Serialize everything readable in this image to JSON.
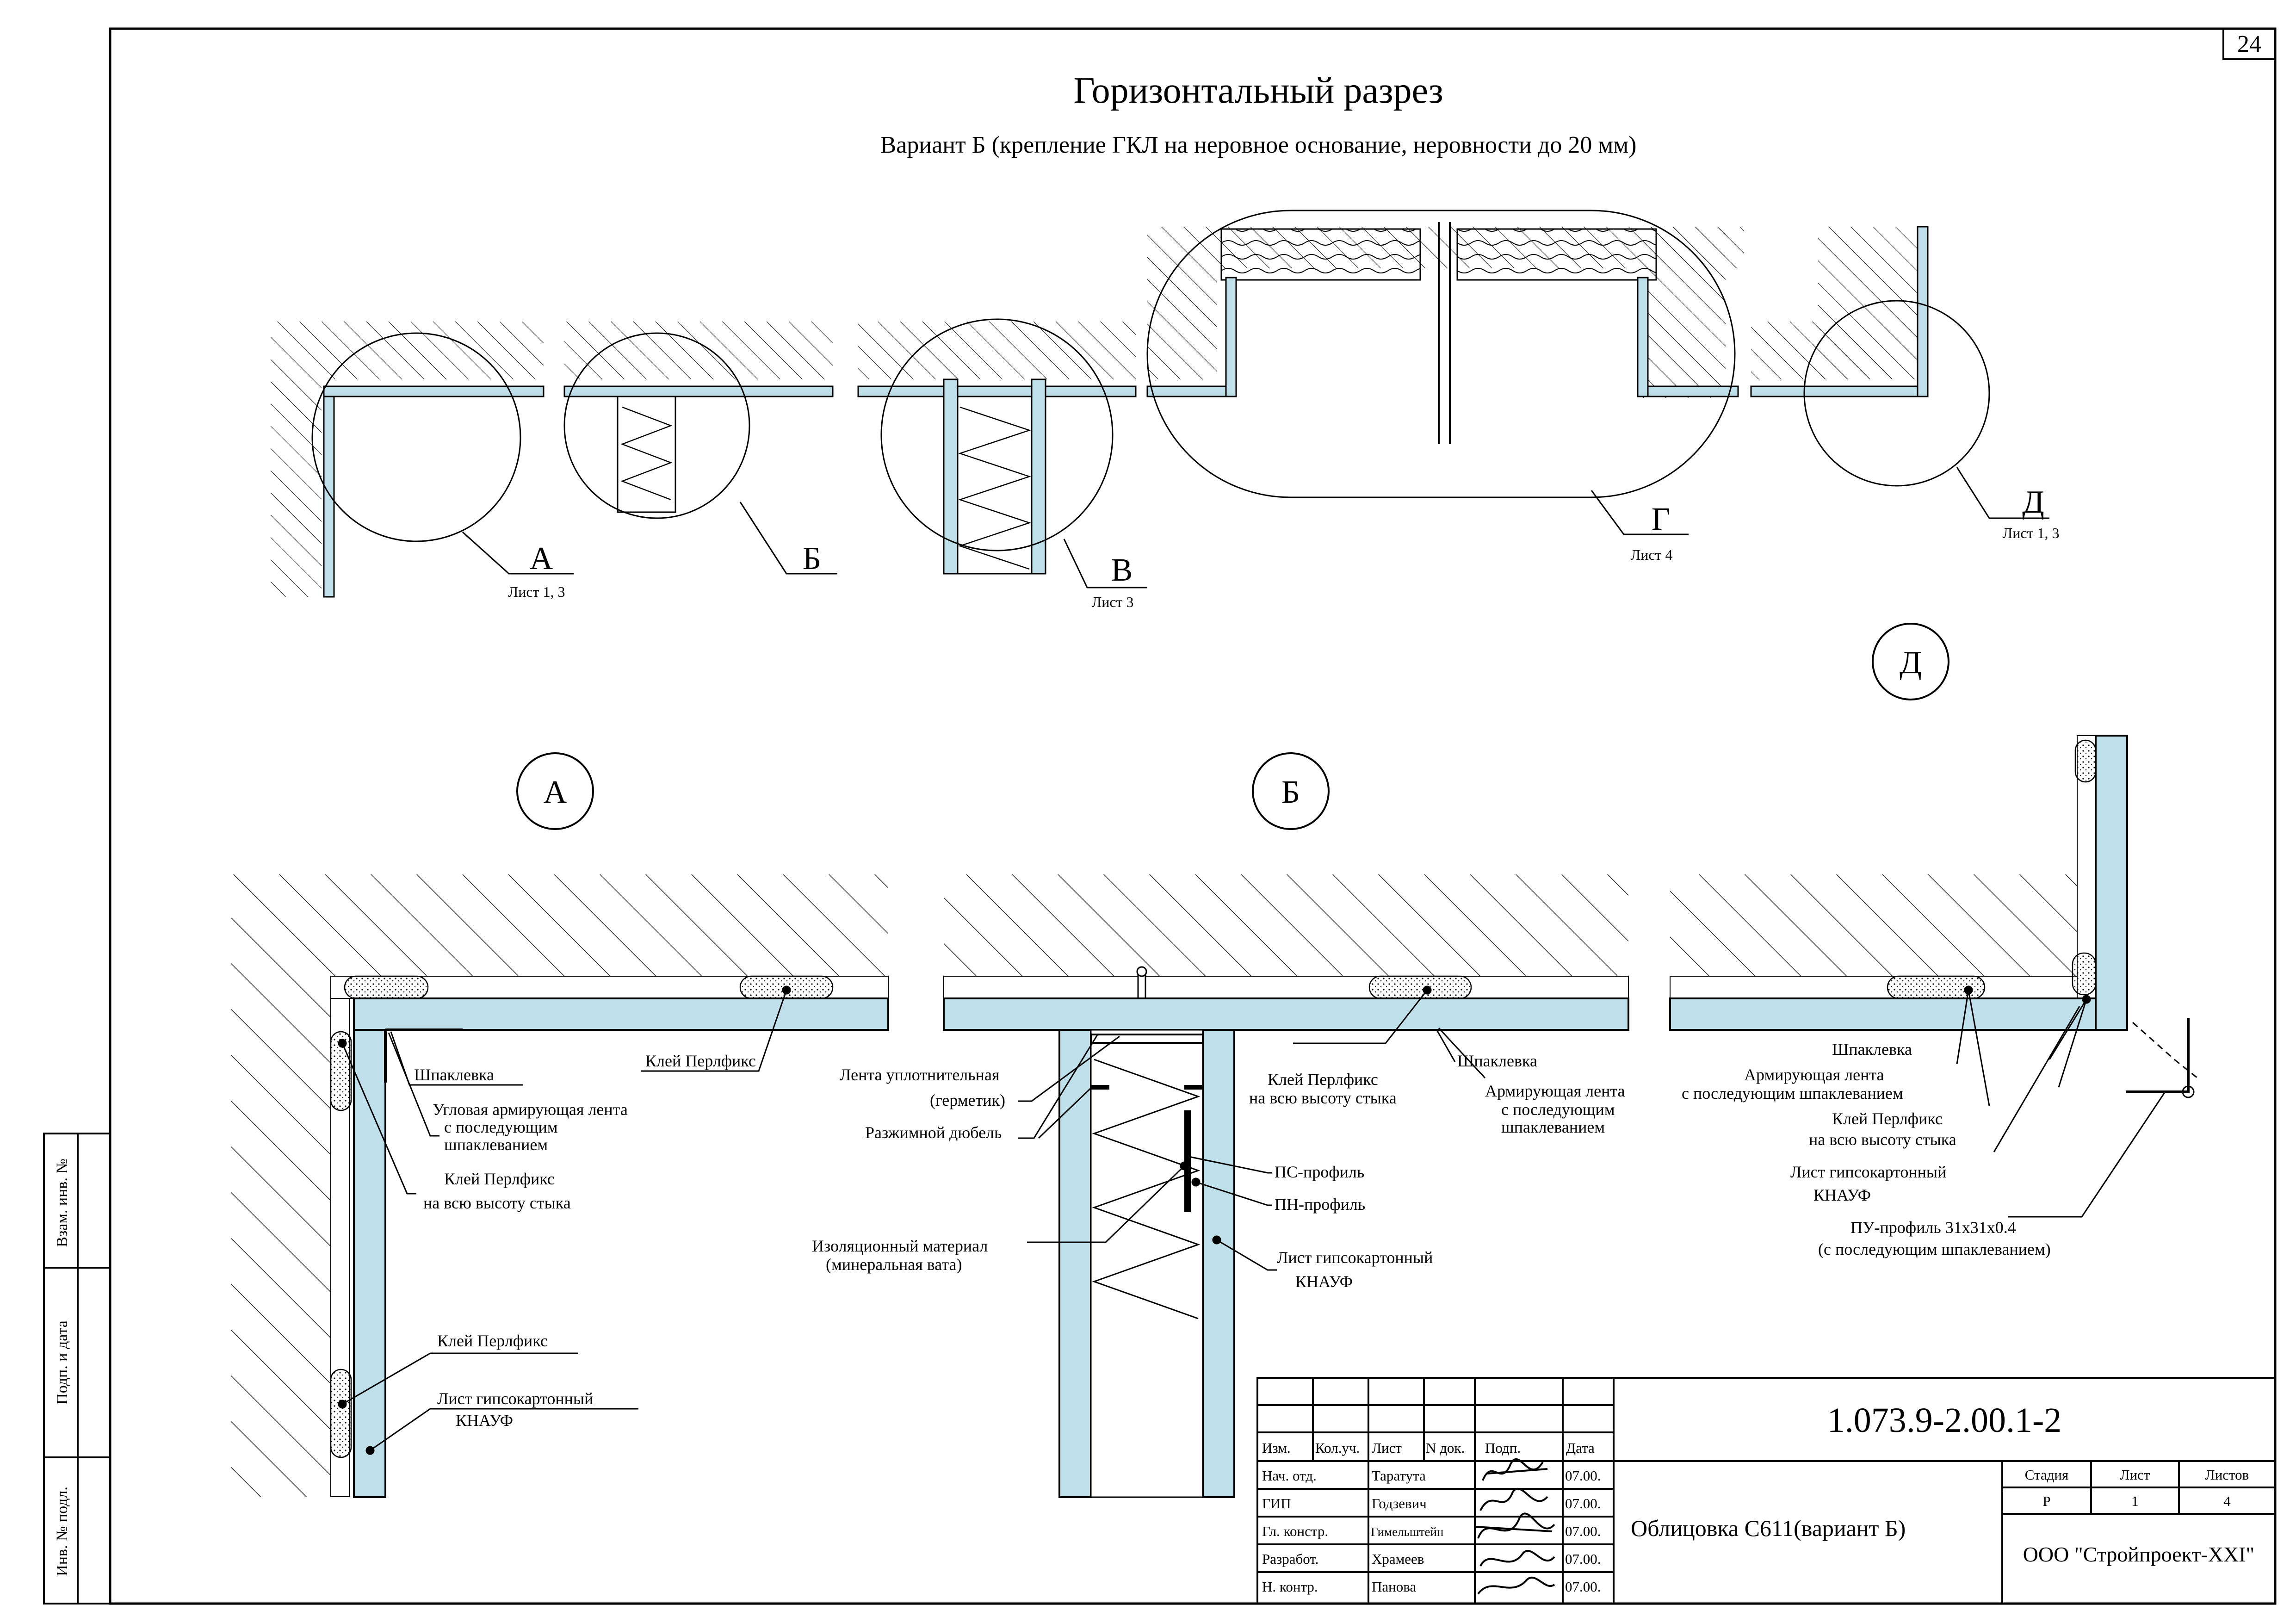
{
  "sheet_number": "24",
  "title": "Горизонтальный разрез",
  "subtitle": "Вариант Б (крепление ГКЛ на неровное основание, неровности до 20 мм)",
  "overview": {
    "callouts": [
      {
        "letter": "А",
        "ref": "Лист 1, 3"
      },
      {
        "letter": "Б",
        "ref": ""
      },
      {
        "letter": "В",
        "ref": "Лист 3"
      },
      {
        "letter": "Г",
        "ref": "Лист 4"
      },
      {
        "letter": "Д",
        "ref": "Лист 1, 3"
      }
    ]
  },
  "details": {
    "a": {
      "letter": "А",
      "labels": {
        "klei_top": "Клей Перлфикс",
        "shpaklevka": "Шпаклевка",
        "uglovaya_1": "Угловая армирующая лента",
        "uglovaya_2": "с последующим",
        "uglovaya_3": "шпаклеванием",
        "klei_stik_1": "Клей Перлфикс",
        "klei_stik_2": "на всю высоту стыка",
        "klei_bottom": "Клей Перлфикс",
        "list_1": "Лист гипсокартонный",
        "list_2": "КНАУФ"
      }
    },
    "b": {
      "letter": "Б",
      "labels": {
        "lenta_1": "Лента уплотнительная",
        "lenta_2": "(герметик)",
        "dubel": "Разжимной дюбель",
        "izol_1": "Изоляционный материал",
        "izol_2": "(минеральная вата)",
        "klei_1": "Клей Перлфикс",
        "klei_2": "на всю высоту стыка",
        "shpaklevka": "Шпаклевка",
        "arm_1": "Армирующая лента",
        "arm_2": "с последующим",
        "arm_3": "шпаклеванием",
        "ps": "ПС-профиль",
        "pn": "ПН-профиль",
        "list_1": "Лист гипсокартонный",
        "list_2": "КНАУФ"
      }
    },
    "d": {
      "letter": "Д",
      "labels": {
        "shpaklevka": "Шпаклевка",
        "arm_1": "Армирующая лента",
        "arm_2": "с последующим шпаклеванием",
        "klei_1": "Клей Перлфикс",
        "klei_2": "на всю высоту стыка",
        "list_1": "Лист гипсокартонный",
        "list_2": "КНАУФ",
        "pu_1": "ПУ-профиль 31х31х0.4",
        "pu_2": "(с последующим шпаклеванием)"
      }
    }
  },
  "side_stamp": {
    "vzam": "Взам. инв. №",
    "podp": "Подп. и дата",
    "inv": "Инв. № подл."
  },
  "title_block": {
    "code": "1.073.9-2.00.1-2",
    "headers": {
      "izm": "Изм.",
      "kol": "Кол.уч.",
      "list": "Лист",
      "ndok": "N док.",
      "podp": "Подп.",
      "data": "Дата"
    },
    "rows": [
      {
        "role": "Нач. отд.",
        "name": "Таратута",
        "date": "07.00."
      },
      {
        "role": "ГИП",
        "name": "Годзевич",
        "date": "07.00."
      },
      {
        "role": "Гл. констр.",
        "name": "Гимельштейн",
        "date": "07.00."
      },
      {
        "role": "Разработ.",
        "name": "Храмеев",
        "date": "07.00."
      },
      {
        "role": "Н. контр.",
        "name": "Панова",
        "date": "07.00."
      }
    ],
    "doc_name": "Облицовка С611(вариант Б)",
    "stage_header": "Стадия",
    "sheet_header": "Лист",
    "sheets_header": "Листов",
    "stage": "Р",
    "sheet": "1",
    "sheets": "4",
    "org": "ООО \"Стройпроект-XXI\""
  }
}
